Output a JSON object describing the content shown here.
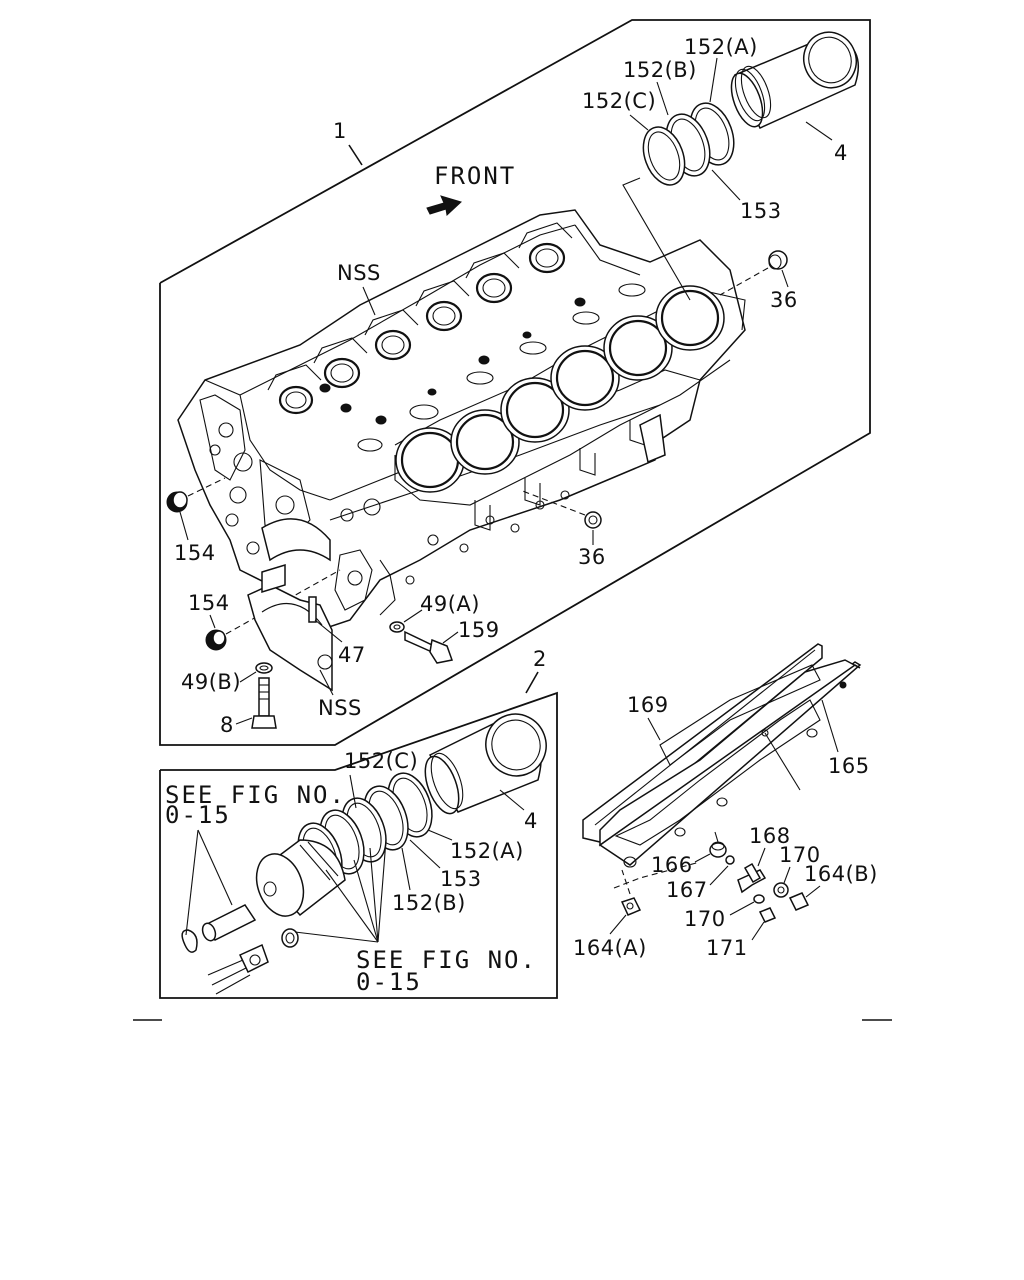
{
  "labels": {
    "assembly_1": "1",
    "assembly_2": "2",
    "front": "FRONT",
    "nss_top": "NSS",
    "nss_bottom": "NSS",
    "l152a_top": "152(A)",
    "l152b_top": "152(B)",
    "l152c_top": "152(C)",
    "l4_top": "4",
    "l153_top": "153",
    "l36_top": "36",
    "l36_mid": "36",
    "l154_left": "154",
    "l154_low": "154",
    "l49a": "49(A)",
    "l159": "159",
    "l47": "47",
    "l49b": "49(B)",
    "l8": "8",
    "see_fig_1": "SEE FIG NO.",
    "see_fig_1_num": "0-15",
    "l152c_low": "152(C)",
    "l4_low": "4",
    "l152a_low": "152(A)",
    "l153_low": "153",
    "l152b_low": "152(B)",
    "see_fig_2": "SEE FIG NO.",
    "see_fig_2_num": "0-15",
    "l169": "169",
    "l165": "165",
    "l168": "168",
    "l166": "166",
    "l170_a": "170",
    "l167": "167",
    "l164b": "164(B)",
    "l170_b": "170",
    "l164a": "164(A)",
    "l171": "171"
  }
}
